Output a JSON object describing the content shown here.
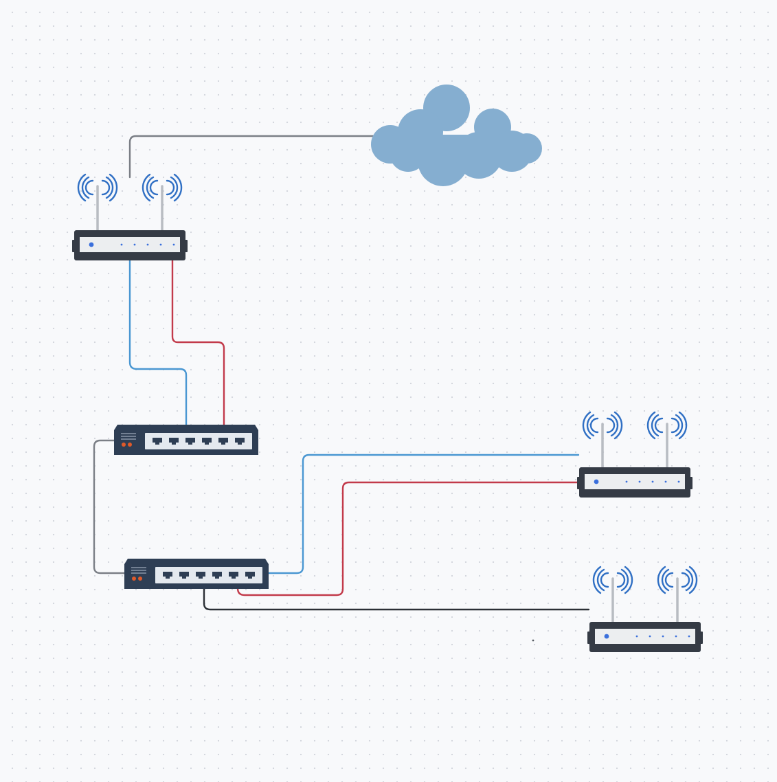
{
  "colors": {
    "background": "#f8f9fb",
    "grid_dot": "#d4d7de",
    "cloud": "#85aed0",
    "device_dark": "#353b45",
    "device_panel": "#eceef0",
    "switch_body": "#2e3e54",
    "switch_panel": "#e4e9ef",
    "switch_led": "#e05a2a",
    "led_blue": "#3a6fdc",
    "antenna": "#b8bcc2",
    "wifi_waves": "#2f6fc4",
    "cable_gray": "#7b7f86",
    "cable_blue": "#4a97d2",
    "cable_red": "#c23a4a",
    "cable_black": "#2b2f35"
  },
  "nodes": [
    {
      "id": "internet",
      "kind": "cloud",
      "icon": "cloud-icon"
    },
    {
      "id": "router_main",
      "kind": "wireless-router",
      "icon": "wireless-router-icon"
    },
    {
      "id": "switch_1",
      "kind": "switch",
      "icon": "network-switch-icon",
      "ports": 6
    },
    {
      "id": "switch_2",
      "kind": "switch",
      "icon": "network-switch-icon",
      "ports": 6
    },
    {
      "id": "access_point_1",
      "kind": "wireless-router",
      "icon": "wireless-router-icon"
    },
    {
      "id": "access_point_2",
      "kind": "wireless-router",
      "icon": "wireless-router-icon"
    }
  ],
  "links": [
    {
      "from": "router_main",
      "to": "internet",
      "color": "gray"
    },
    {
      "from": "router_main",
      "to": "switch_1",
      "color": "blue"
    },
    {
      "from": "router_main",
      "to": "switch_1",
      "color": "red"
    },
    {
      "from": "switch_1",
      "to": "switch_2",
      "color": "gray"
    },
    {
      "from": "switch_2",
      "to": "access_point_1",
      "color": "blue"
    },
    {
      "from": "switch_2",
      "to": "access_point_1",
      "color": "red"
    },
    {
      "from": "switch_2",
      "to": "access_point_2",
      "color": "black"
    }
  ]
}
